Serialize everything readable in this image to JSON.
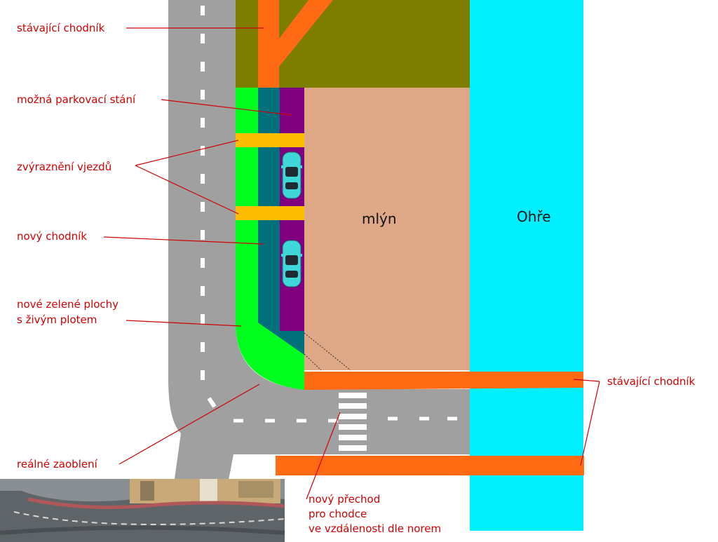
{
  "labels": {
    "existing_sidewalk_top": "stávající chodník",
    "parking": "možná parkovací stání",
    "entrances": "zvýraznění vjezdů",
    "new_sidewalk": "nový chodník",
    "green_line1": "nové zelené plochy",
    "green_line2": "s živým plotem",
    "real_rounding": "reálné zaoblení",
    "existing_sidewalk_right": "stávající chodník",
    "crossing_line1": "nový přechod",
    "crossing_line2": "pro chodce",
    "crossing_line3": "ve vzdálenosti dle norem"
  },
  "areas": {
    "mill": "mlýn",
    "river": "Ohře"
  },
  "colors": {
    "road": "#a0a0a0",
    "road_marking": "#ffffff",
    "existing_sidewalk": "#ff6a13",
    "olive_area": "#7d7d00",
    "green_area": "#00ff1e",
    "new_sidewalk": "#00707a",
    "parking": "#800080",
    "entrance_highlight": "#ffbd00",
    "mill": "#dea886",
    "river": "#00f0ff",
    "car": "#3ed8d8",
    "label_text": "#d20000",
    "leader_line": "#d20000"
  },
  "icons": [
    "car-icon",
    "car-icon"
  ],
  "photo": "corner-photo"
}
